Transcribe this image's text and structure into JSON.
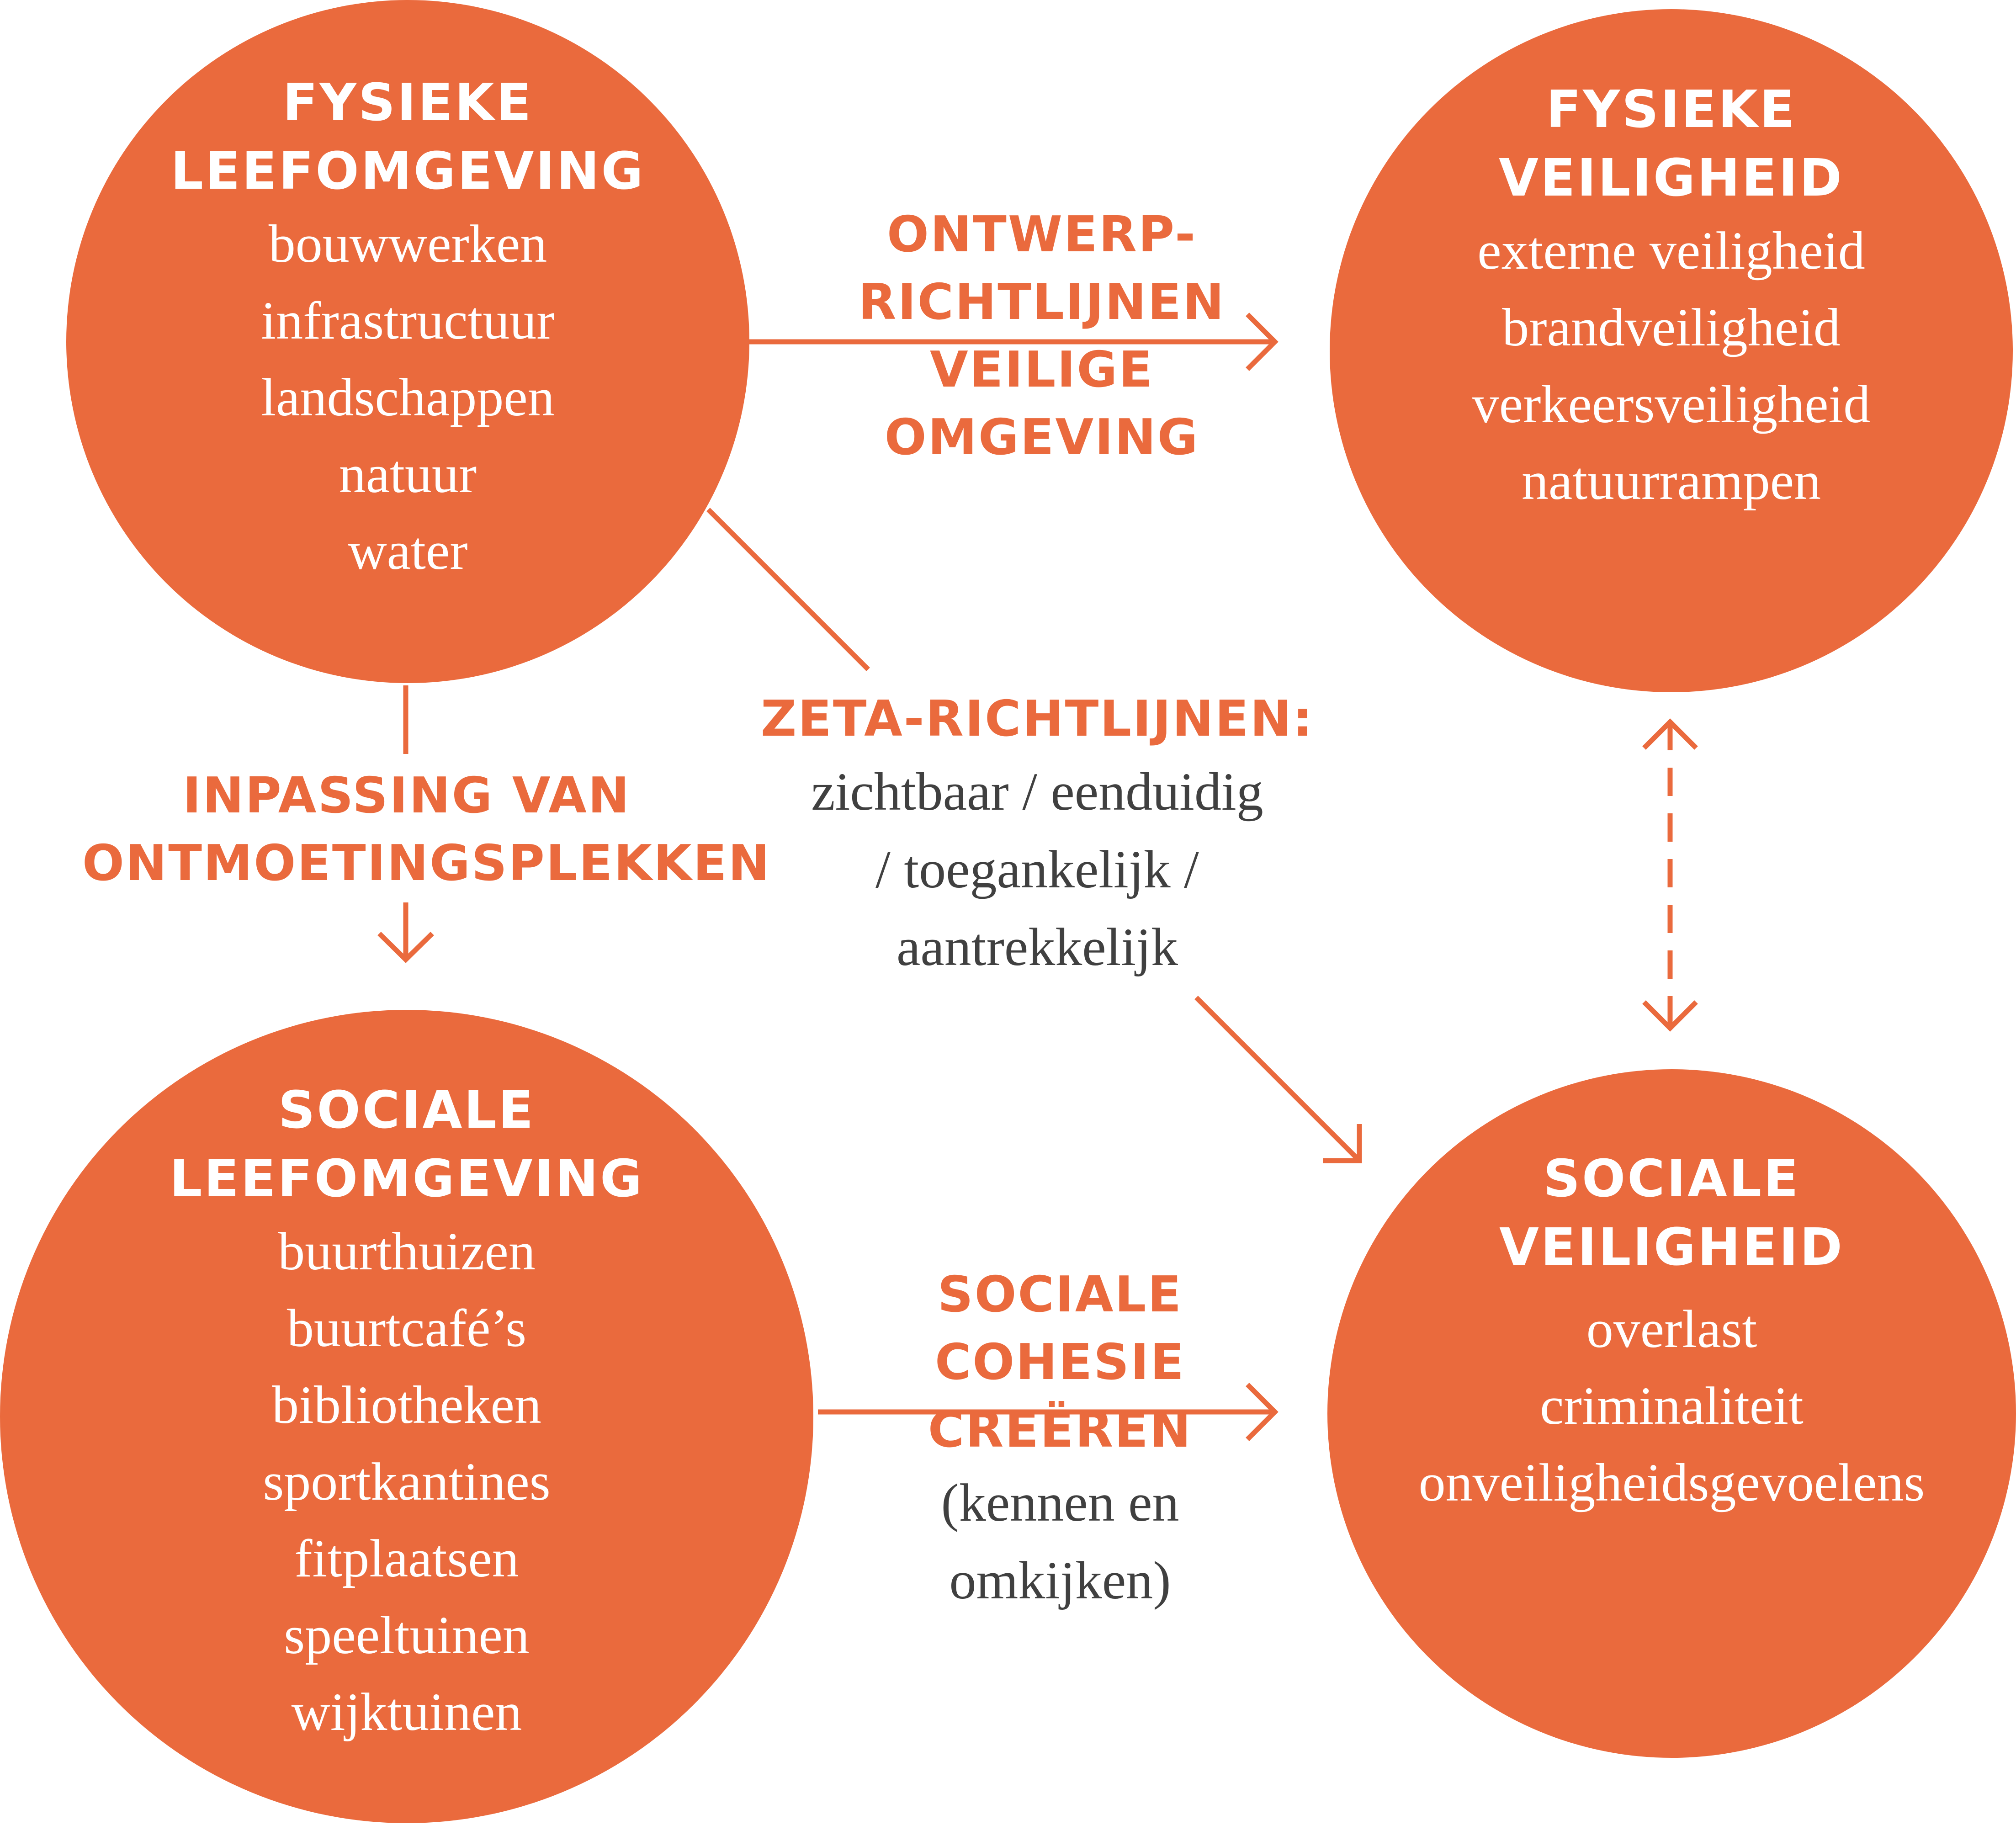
{
  "circles": {
    "physical_environment": {
      "title": [
        "FYSIEKE",
        "LEEFOMGEVING"
      ],
      "items": [
        "bouwwerken",
        "infrastructuur",
        "landschappen",
        "natuur",
        "water"
      ]
    },
    "physical_safety": {
      "title": [
        "FYSIEKE",
        "VEILIGHEID"
      ],
      "items": [
        "externe veiligheid",
        "brandveiligheid",
        "verkeersveiligheid",
        "natuurrampen"
      ]
    },
    "social_environment": {
      "title": [
        "SOCIALE",
        "LEEFOMGEVING"
      ],
      "items": [
        "buurthuizen",
        "buurtcafé’s",
        "bibliotheken",
        "sportkantines",
        "fitplaatsen",
        "speeltuinen",
        "wijktuinen"
      ]
    },
    "social_safety": {
      "title": [
        "SOCIALE",
        "VEILIGHEID"
      ],
      "items": [
        "overlast",
        "criminaliteit",
        "onveiligheidsgevoelens"
      ]
    }
  },
  "connections": {
    "design_guidelines": {
      "lines": [
        "ONTWERP-",
        "RICHTLIJNEN",
        "VEILIGE",
        "OMGEVING"
      ]
    },
    "meeting_places": {
      "lines": [
        "INPASSING VAN",
        "ONTMOETINGSPLEKKEN"
      ]
    },
    "zeta_guidelines": {
      "title": "ZETA-RICHTLIJNEN:",
      "lines": [
        "zichtbaar / eenduidig",
        "/ toegankelijk /",
        "aantrekkelijk"
      ]
    },
    "social_cohesion": {
      "title_lines": [
        "SOCIALE COHESIE",
        "CREËREN"
      ],
      "sub_lines": [
        "(kennen en",
        "omkijken)"
      ]
    }
  },
  "colors": {
    "accent": "#ea6a3d",
    "circle_text": "#ffffff",
    "body_text": "#404040",
    "background": "#ffffff"
  }
}
